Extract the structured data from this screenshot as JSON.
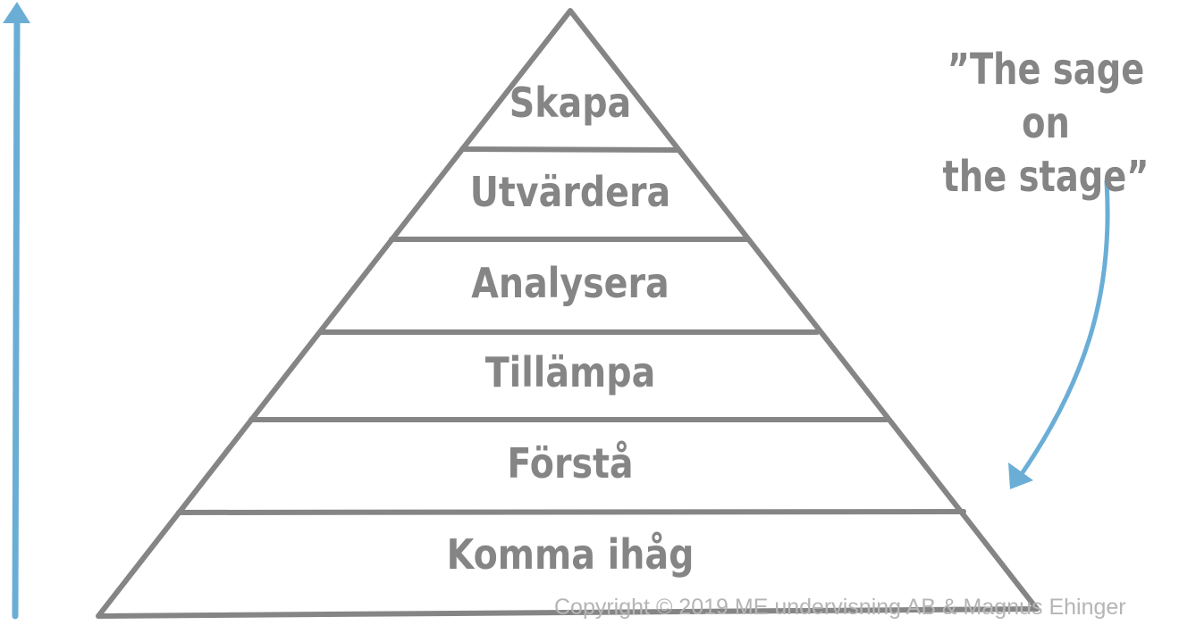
{
  "levels": [
    "Skapa",
    "Utvärdera",
    "Analysera",
    "Tillämpa",
    "Förstå",
    "Komma ihåg"
  ],
  "quote": {
    "line1": "”The sage on",
    "line2": "the stage”"
  },
  "copyright": "Copyright © 2019 ME undervisning AB & Magnus Ehinger",
  "colors": {
    "pyramid": "#858585",
    "arrow": "#6aaed6",
    "copyright": "#b5b5b5"
  }
}
